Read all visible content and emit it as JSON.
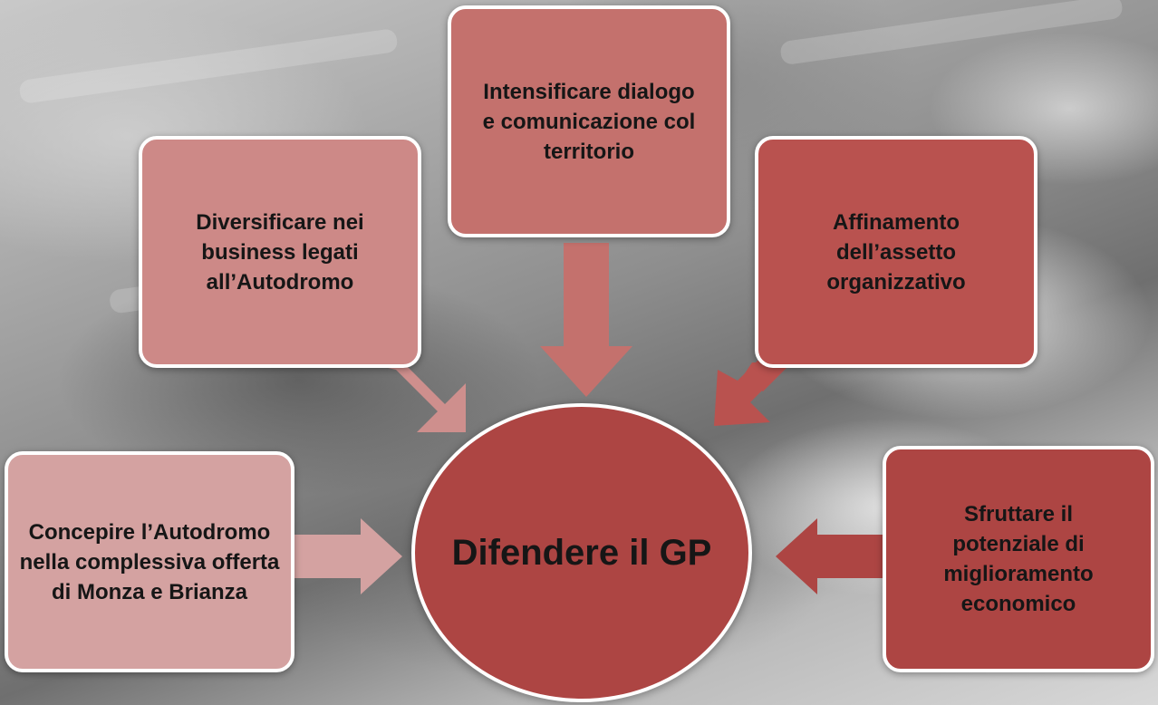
{
  "center": {
    "label": "Difendere il GP"
  },
  "nodes": [
    {
      "id": "top",
      "label": "Intensificare dialogo e comunicazione col territorio"
    },
    {
      "id": "upper-left",
      "label": "Diversificare nei business legati all’Autodromo"
    },
    {
      "id": "upper-right",
      "label": "Affinamento dell’assetto organizzativo"
    },
    {
      "id": "lower-left",
      "label": "Concepire l’Autodromo nella complessiva offerta di Monza e Brianza"
    },
    {
      "id": "lower-right",
      "label": "Sfruttare il potenziale di miglioramento economico"
    }
  ],
  "colors": {
    "top": "#c4716d",
    "upper-left": "#cd8987",
    "upper-right": "#b9524f",
    "lower-left": "#d4a2a1",
    "lower-right": "#ad4543",
    "center": "#ad4543",
    "border": "#ffffff"
  }
}
